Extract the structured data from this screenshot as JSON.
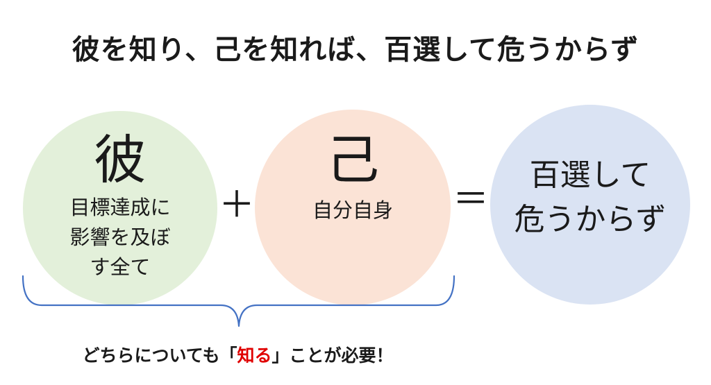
{
  "title": "彼を知り、己を知れば、百選して危うからず",
  "circles": {
    "other": {
      "char": "彼",
      "text": "目標達成に\n影響を及ぼ\nす全て",
      "color": "#e3f0da"
    },
    "self": {
      "char": "己",
      "text": "自分自身",
      "color": "#fbe3d6"
    },
    "result": {
      "text": "百選して\n危うからず",
      "color": "#dae3f3"
    }
  },
  "operators": {
    "plus": "＋",
    "equals": "＝"
  },
  "caption": {
    "before": "どちらについても「",
    "emphasis": "知る",
    "after": "」ことが必要！",
    "emphasis_color": "#e00000"
  },
  "brace_color": "#4472c4"
}
